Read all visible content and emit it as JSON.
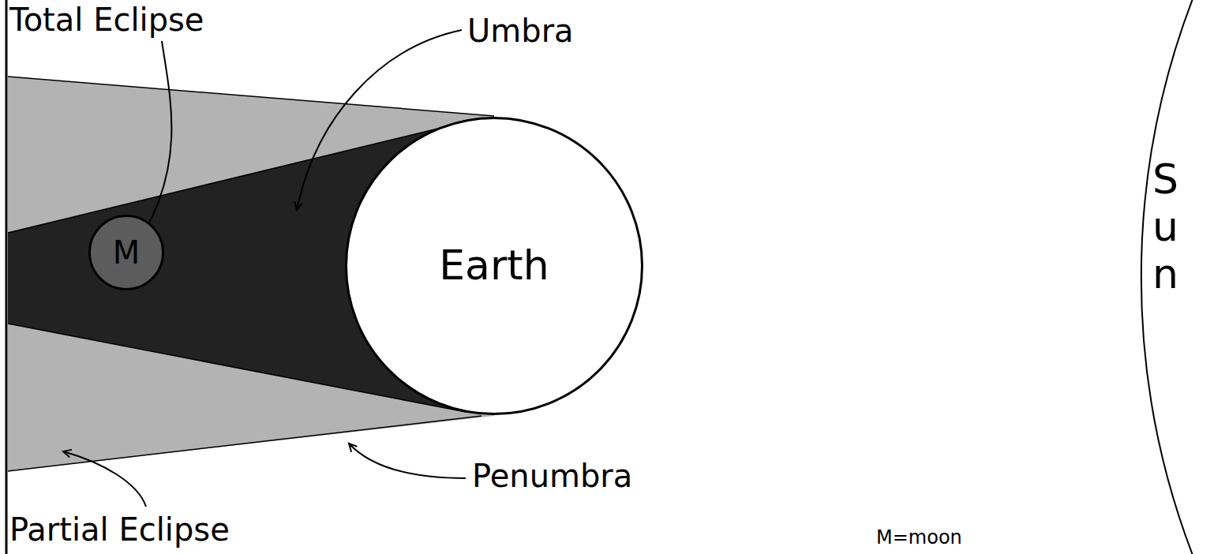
{
  "diagram": {
    "nodes": [
      {
        "text": [
          "M"
        ]
      },
      {
        "text": [
          "Earth"
        ]
      },
      {
        "text": [
          "Sun"
        ]
      }
    ],
    "labels": [
      "Total Eclipse",
      "Umbra",
      "Penumbra",
      "Partial Eclipse",
      "M=moon"
    ]
  }
}
